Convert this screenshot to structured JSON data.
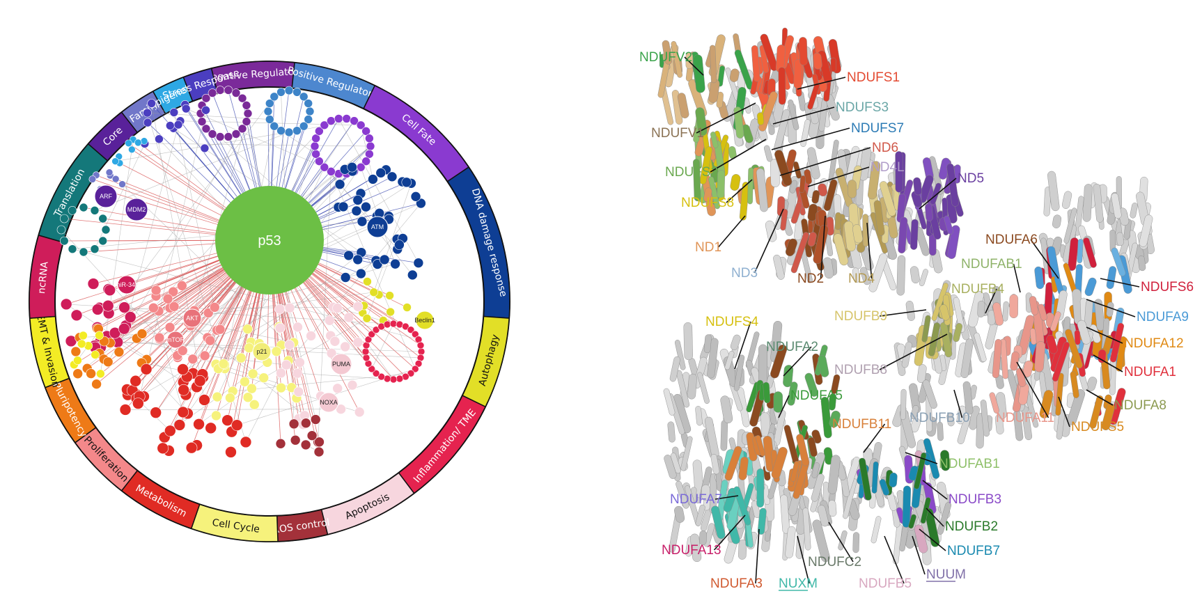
{
  "p53_network": {
    "center_label": "p53",
    "categories": [
      {
        "label": "Negative Regulators",
        "color": "#7b2a9a",
        "text_dark": false
      },
      {
        "label": "Positive Regulators",
        "color": "#4d87cf",
        "text_dark": false
      },
      {
        "label": "Cell Fate",
        "color": "#8a3ad0",
        "text_dark": false
      },
      {
        "label": "DNA damage response",
        "color": "#0e3e94",
        "text_dark": false
      },
      {
        "label": "Autophagy",
        "color": "#e2df27",
        "text_dark": true
      },
      {
        "label": "Inflammation/ TME",
        "color": "#e5234f",
        "text_dark": false
      },
      {
        "label": "Apoptosis",
        "color": "#f7d6de",
        "text_dark": true
      },
      {
        "label": "ROS control",
        "color": "#a3313a",
        "text_dark": false
      },
      {
        "label": "Cell Cycle",
        "color": "#f6f27c",
        "text_dark": true
      },
      {
        "label": "Metabolism",
        "color": "#e02b24",
        "text_dark": false
      },
      {
        "label": "Proliferation",
        "color": "#f4888a",
        "text_dark": true
      },
      {
        "label": "Pluripotency",
        "color": "#ee7a17",
        "text_dark": false
      },
      {
        "label": "EMT & Invasion",
        "color": "#f3ec25",
        "text_dark": true
      },
      {
        "label": "ncRNA",
        "color": "#cf1d5a",
        "text_dark": false
      },
      {
        "label": "Translation",
        "color": "#14787a",
        "text_dark": false
      },
      {
        "label": "Core",
        "color": "#59219a",
        "text_dark": false
      },
      {
        "label": "Family",
        "color": "#7177c9",
        "text_dark": false
      },
      {
        "label": "Epigenetic",
        "color": "#2ea8e4",
        "text_dark": false
      },
      {
        "label": "Stress Response",
        "color": "#4b3ec0",
        "text_dark": false
      }
    ],
    "labeled_nodes": [
      "ARF",
      "MDM2",
      "ATM",
      "miR-34a",
      "AKT",
      "mTOR",
      "p21",
      "PUMA",
      "NOXA",
      "Beclin1"
    ]
  },
  "complex_i": {
    "labels": [
      {
        "text": "NDUFV2",
        "color": "#3aa34a"
      },
      {
        "text": "NDUFS1",
        "color": "#e34a31"
      },
      {
        "text": "NDUFS3",
        "color": "#6aa6a6"
      },
      {
        "text": "NDUFV1",
        "color": "#8b7355"
      },
      {
        "text": "NDUFS7",
        "color": "#2c7bb5"
      },
      {
        "text": "ND6",
        "color": "#d0584a"
      },
      {
        "text": "NDUFS2",
        "color": "#6aa84f"
      },
      {
        "text": "ND4L",
        "color": "#b09dc9"
      },
      {
        "text": "ND5",
        "color": "#6a3fa0"
      },
      {
        "text": "NDUFS8",
        "color": "#d6c010"
      },
      {
        "text": "ND1",
        "color": "#e09558"
      },
      {
        "text": "ND3",
        "color": "#8fb0d0"
      },
      {
        "text": "ND2",
        "color": "#8b4a20"
      },
      {
        "text": "ND4",
        "color": "#b39a55"
      },
      {
        "text": "NDUFA6",
        "color": "#8b4a20"
      },
      {
        "text": "NDUFAB1",
        "color": "#8fb36a"
      },
      {
        "text": "NDUFS6",
        "color": "#d0203c"
      },
      {
        "text": "NDUFB4",
        "color": "#a8b060"
      },
      {
        "text": "NDUFB9",
        "color": "#d6c46a"
      },
      {
        "text": "NDUFA9",
        "color": "#4a9ad6"
      },
      {
        "text": "NDUFA12",
        "color": "#e08a14"
      },
      {
        "text": "NDUFB8",
        "color": "#b0a0b0"
      },
      {
        "text": "NDUFA1",
        "color": "#e0303c"
      },
      {
        "text": "NDUFA8",
        "color": "#8c9a50"
      },
      {
        "text": "NDUFB10",
        "color": "#8aa0b4"
      },
      {
        "text": "NDUFA11",
        "color": "#e8968a"
      },
      {
        "text": "NDUFS5",
        "color": "#d88a20"
      },
      {
        "text": "NDUFS4",
        "color": "#d6c010"
      },
      {
        "text": "NDUFA2",
        "color": "#5a8a70"
      },
      {
        "text": "NDUFA5",
        "color": "#3a9a3a"
      },
      {
        "text": "NDUFB11",
        "color": "#d8803a"
      },
      {
        "text": "NDUFAB1",
        "color": "#8fc06a"
      },
      {
        "text": "NDUFA7",
        "color": "#7a6ad8"
      },
      {
        "text": "NDUFB3",
        "color": "#8a4ac8"
      },
      {
        "text": "NDUFB2",
        "color": "#2a7a2a"
      },
      {
        "text": "NDUFA13",
        "color": "#c8206a"
      },
      {
        "text": "NDUFB7",
        "color": "#1a8ab0"
      },
      {
        "text": "NDUFC2",
        "color": "#6a7a6a"
      },
      {
        "text": "NDUFA3",
        "color": "#d05a30"
      },
      {
        "text": "NUXM",
        "color": "#40b8a8"
      },
      {
        "text": "NDUFB5",
        "color": "#d8a8c0"
      },
      {
        "text": "NUUM",
        "color": "#8070a8"
      }
    ]
  }
}
